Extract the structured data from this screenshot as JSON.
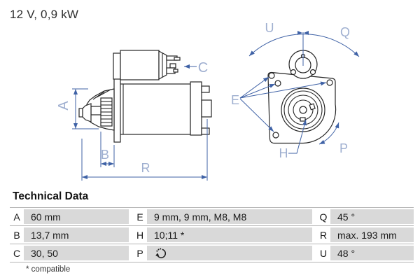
{
  "header": {
    "title": "12 V, 0,9 kW"
  },
  "diagram": {
    "labels": {
      "A": "A",
      "B": "B",
      "C": "C",
      "E": "E",
      "H": "H",
      "P": "P",
      "Q": "Q",
      "R": "R",
      "U": "U"
    },
    "annotation_color": "#3f62a6",
    "label_color": "#9fafd0",
    "line_color": "#262626"
  },
  "technical_data": {
    "heading": "Technical Data",
    "rows": [
      [
        {
          "key": "A",
          "value": "60 mm"
        },
        {
          "key": "E",
          "value": "9 mm, 9 mm, M8, M8"
        },
        {
          "key": "Q",
          "value": "45 °"
        }
      ],
      [
        {
          "key": "B",
          "value": "13,7 mm"
        },
        {
          "key": "H",
          "value": "10;11 *"
        },
        {
          "key": "R",
          "value": "max. 193 mm"
        }
      ],
      [
        {
          "key": "C",
          "value": "30, 50"
        },
        {
          "key": "P",
          "value": "",
          "icon": "rotation-direction-icon"
        },
        {
          "key": "U",
          "value": "48 °"
        }
      ]
    ],
    "footnote": "* compatible",
    "cell_bg": "#d9d9d9",
    "separator": "#b5b5b5"
  }
}
